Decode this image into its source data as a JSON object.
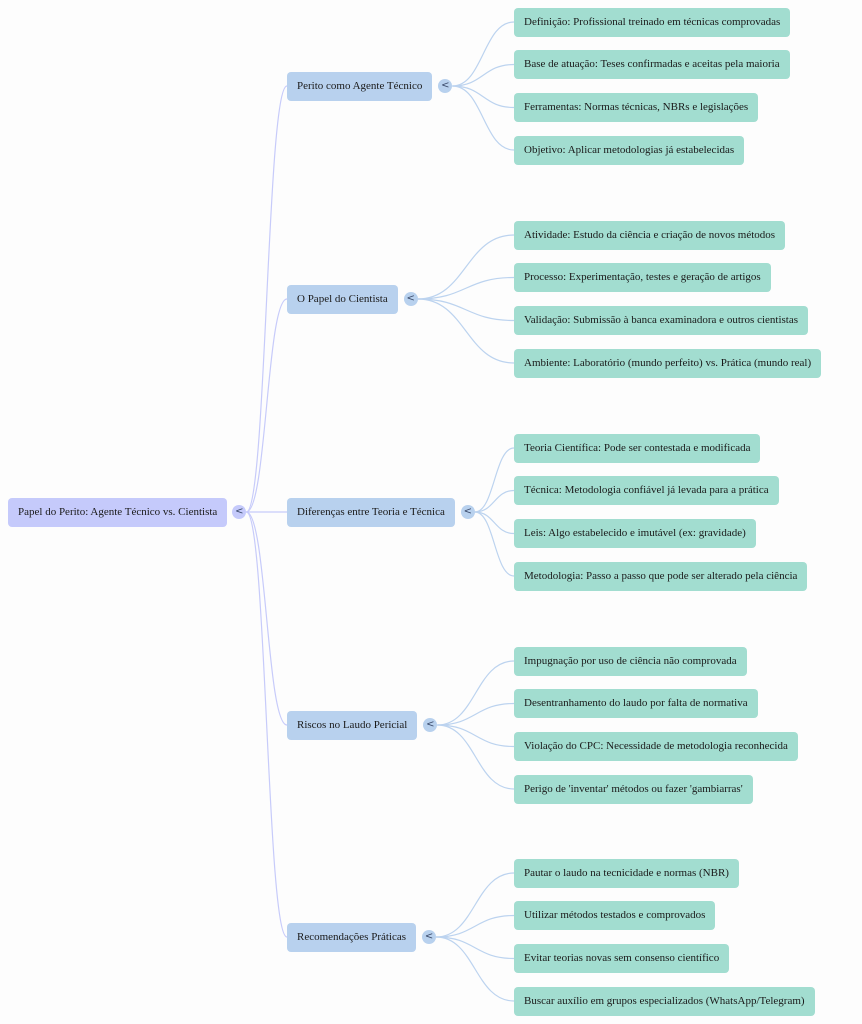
{
  "mindmap": {
    "root": {
      "label": "Papel do Perito: Agente Técnico vs. Cientista",
      "toggle_icon": "<"
    },
    "branches": [
      {
        "label": "Perito como Agente Técnico",
        "toggle_icon": "<",
        "children": [
          "Definição: Profissional treinado em técnicas comprovadas",
          "Base de atuação: Teses confirmadas e aceitas pela maioria",
          "Ferramentas: Normas técnicas, NBRs e legislações",
          "Objetivo: Aplicar metodologias já estabelecidas"
        ]
      },
      {
        "label": "O Papel do Cientista",
        "toggle_icon": "<",
        "children": [
          "Atividade: Estudo da ciência e criação de novos métodos",
          "Processo: Experimentação, testes e geração de artigos",
          "Validação: Submissão à banca examinadora e outros cientistas",
          "Ambiente: Laboratório (mundo perfeito) vs. Prática (mundo real)"
        ]
      },
      {
        "label": "Diferenças entre Teoria e Técnica",
        "toggle_icon": "<",
        "children": [
          "Teoria Científica: Pode ser contestada e modificada",
          "Técnica: Metodologia confiável já levada para a prática",
          "Leis: Algo estabelecido e imutável (ex: gravidade)",
          "Metodologia: Passo a passo que pode ser alterado pela ciência"
        ]
      },
      {
        "label": "Riscos no Laudo Pericial",
        "toggle_icon": "<",
        "children": [
          "Impugnação por uso de ciência não comprovada",
          "Desentranhamento do laudo por falta de normativa",
          "Violação do CPC: Necessidade de metodologia reconhecida",
          "Perigo de 'inventar' métodos ou fazer 'gambiarras'"
        ]
      },
      {
        "label": "Recomendações Práticas",
        "toggle_icon": "<",
        "children": [
          "Pautar o laudo na tecnicidade e normas (NBR)",
          "Utilizar métodos testados e comprovados",
          "Evitar teorias novas sem consenso científico",
          "Buscar auxílio em grupos especializados (WhatsApp/Telegram)"
        ]
      }
    ],
    "colors": {
      "root": "#c5cafb",
      "branch": "#b8d1ee",
      "leaf": "#a2ddd0",
      "root_link": "#c7cbfa",
      "branch_link": "#bcd3ef"
    }
  }
}
